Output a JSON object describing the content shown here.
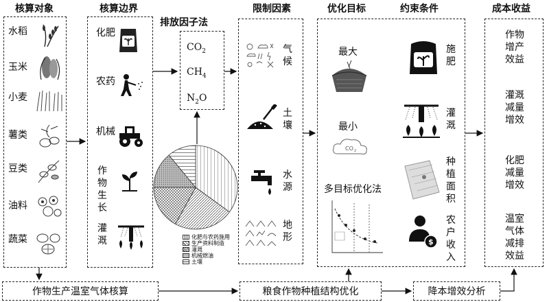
{
  "headers": {
    "objects": "核算对象",
    "boundary": "核算边界",
    "emission": "排放因子法",
    "limits": "限制因素",
    "goals": "优化目标",
    "constraints": "约束条件",
    "benefits": "成本收益"
  },
  "objects": [
    "水稻",
    "玉米",
    "小麦",
    "薯类",
    "豆类",
    "油料",
    "蔬菜"
  ],
  "boundary": [
    "化肥",
    "农药",
    "机械",
    "作物生长",
    "灌溉"
  ],
  "gases": [
    "CO2",
    "CH4",
    "N2O"
  ],
  "pie_legend": [
    "化肥与农药施用",
    "生产资料制造",
    "灌溉",
    "机械燃油",
    "土壤"
  ],
  "limits": [
    "气候",
    "土壤",
    "水源",
    "地形"
  ],
  "goals": {
    "max": "最大",
    "min": "最小",
    "multi": "多目标优化法",
    "co2": "CO2"
  },
  "constraints": [
    "施肥",
    "灌溉",
    "种植面积",
    "农户收入"
  ],
  "benefits": [
    "作物增产效益",
    "灌溉减量增效",
    "化肥减量增效",
    "温室气体减排效益"
  ],
  "bottom": {
    "left": "作物生产温室气体核算",
    "mid": "粮食作物种植结构优化",
    "right": "降本增效分析"
  },
  "chart_data": {
    "type": "pie",
    "labels": [
      "化肥与农药施用",
      "生产资料制造",
      "灌溉",
      "机械燃油",
      "土壤"
    ],
    "values": [
      35,
      23,
      17,
      14,
      11
    ]
  }
}
